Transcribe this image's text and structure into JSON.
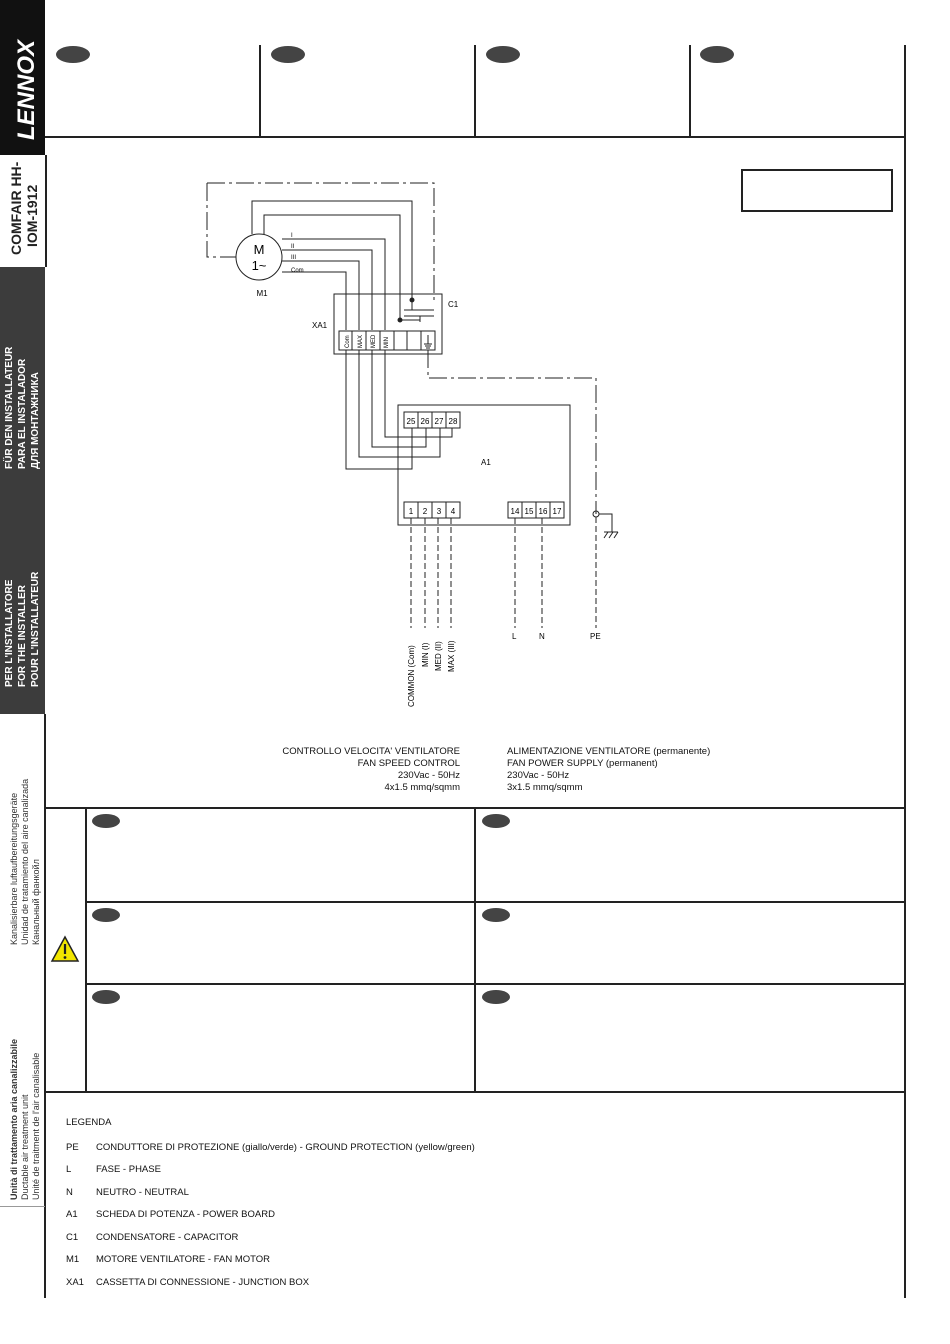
{
  "brand": {
    "logo": "LENNOX"
  },
  "sidebar": {
    "doc_code_line1": "COMFAIR HH-",
    "doc_code_line2": "IOM-1912",
    "installer_de_es_ru": [
      "FÜR DEN INSTALLATEUR",
      "PARA EL INSTALADOR",
      "ДЛЯ МОНТАЖНИКА"
    ],
    "installer_it_en_fr": [
      "PER L'INSTALLATORE",
      "FOR THE INSTALLER",
      "POUR L'INSTALLATEUR"
    ],
    "product_de_es_ru": [
      "Kanalisierbare luftaufbereitungsgeräte",
      "Unidad de tratamiento del aire canalizada",
      "Канальный фанкойл"
    ],
    "product_it_en_fr": [
      "Unità di trattamento aria canalizzabile",
      "Ductable air treatment unit",
      "Unité de traitment de l'air canalisable"
    ]
  },
  "diagram": {
    "motor": {
      "symbol": "M",
      "phase": "1~",
      "label": "M1",
      "windings": [
        "I",
        "II",
        "III",
        "Com"
      ]
    },
    "capacitor": "C1",
    "junction_box": {
      "label": "XA1",
      "terminals": [
        "Com",
        "MAX",
        "MED",
        "MIN"
      ]
    },
    "board": {
      "label": "A1",
      "top_terminals": [
        "25",
        "26",
        "27",
        "28"
      ],
      "bottom_left": [
        "1",
        "2",
        "3",
        "4"
      ],
      "bottom_right": [
        "14",
        "15",
        "16",
        "17"
      ]
    },
    "wire_labels": [
      "COMMON (Com)",
      "MIN (I)",
      "MED (II)",
      "MAX (III)"
    ],
    "power_labels": [
      "L",
      "N",
      "PE"
    ]
  },
  "captions": {
    "speed": [
      "CONTROLLO VELOCITA' VENTILATORE",
      "FAN SPEED CONTROL",
      "230Vac - 50Hz",
      "4x1.5 mmq/sqmm"
    ],
    "supply": [
      "ALIMENTAZIONE VENTILATORE (permanente)",
      "FAN POWER SUPPLY (permanent)",
      "230Vac - 50Hz",
      "3x1.5 mmq/sqmm"
    ]
  },
  "legend": {
    "title": "LEGENDA",
    "items": [
      {
        "code": "PE",
        "desc": "CONDUTTORE DI PROTEZIONE (giallo/verde) - GROUND PROTECTION (yellow/green)"
      },
      {
        "code": "L",
        "desc": "FASE - PHASE"
      },
      {
        "code": "N",
        "desc": "NEUTRO - NEUTRAL"
      },
      {
        "code": "A1",
        "desc": "SCHEDA DI POTENZA - POWER BOARD"
      },
      {
        "code": "C1",
        "desc": "CONDENSATORE - CAPACITOR"
      },
      {
        "code": "M1",
        "desc": "MOTORE VENTILATORE - FAN MOTOR"
      },
      {
        "code": "XA1",
        "desc": "CASSETTA DI CONNESSIONE - JUNCTION BOX"
      }
    ]
  },
  "colors": {
    "warning": "#f2e600",
    "dark": "#111111",
    "band": "#3c3c3c"
  }
}
